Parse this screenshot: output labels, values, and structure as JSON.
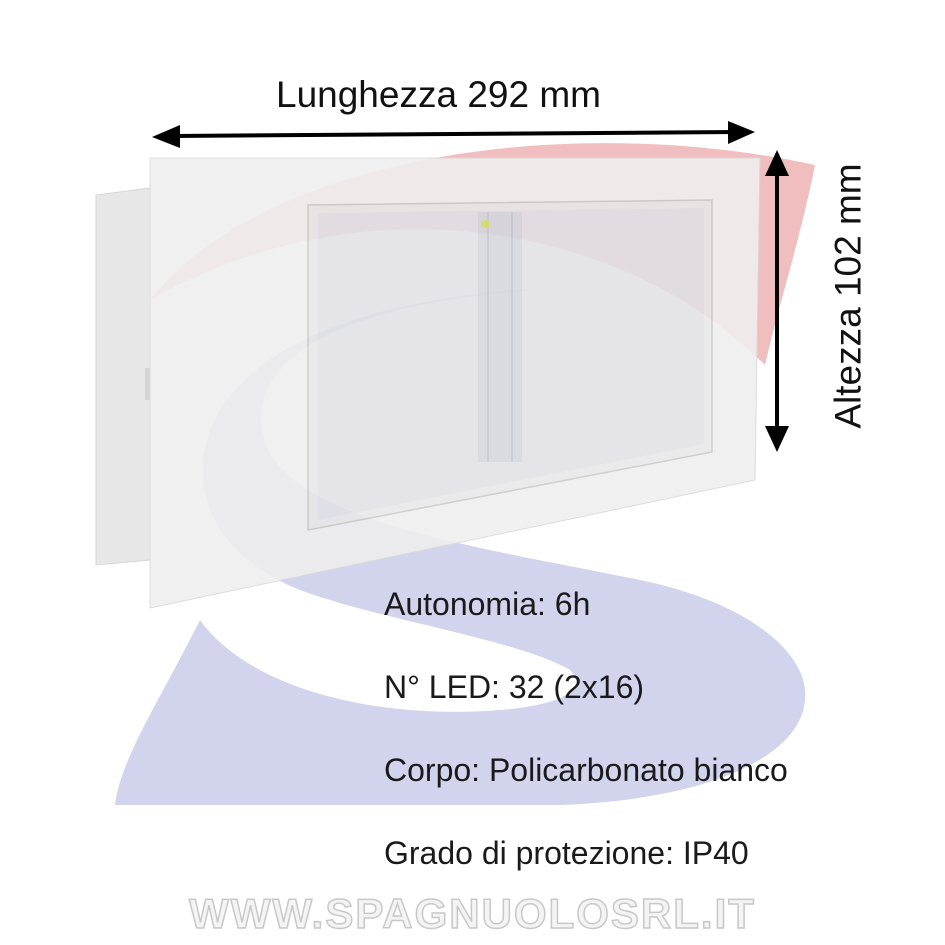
{
  "dimensions": {
    "length_label": "Lunghezza 292 mm",
    "height_label": "Altezza 102 mm"
  },
  "specs": [
    "Autonomia: 6h",
    "N° LED: 32 (2x16)",
    "Corpo: Policarbonato bianco",
    "Grado di protezione: IP40"
  ],
  "watermark": "WWW.SPAGNUOLOSRL.IT",
  "colors": {
    "logo_red": "#f0b7b9",
    "logo_blue": "#c9cce9",
    "arrow": "#000000",
    "device_body": "#f2f2f2"
  }
}
